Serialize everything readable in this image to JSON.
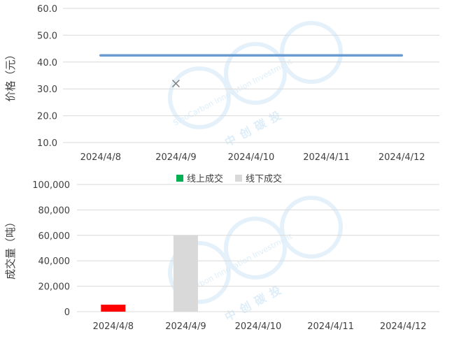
{
  "chart_data": [
    {
      "type": "line",
      "categories": [
        "2024/4/8",
        "2024/4/9",
        "2024/4/10",
        "2024/4/11",
        "2024/4/12"
      ],
      "ylabel": "价格（元）",
      "ylim": [
        10,
        60
      ],
      "yticks": [
        10,
        20,
        30,
        40,
        50,
        60
      ],
      "ytick_labels": [
        "10.0",
        "20.0",
        "30.0",
        "40.0",
        "50.0",
        "60.0"
      ],
      "grid": true,
      "series": [
        {
          "type": "line",
          "values": [
            42.5,
            42.5,
            42.5,
            42.5,
            42.5
          ],
          "color": "#6a9bd0"
        },
        {
          "type": "scatter",
          "marker": "x",
          "values": [
            null,
            32,
            null,
            null,
            null
          ],
          "color": "#7f7f7f"
        }
      ]
    },
    {
      "type": "bar",
      "categories": [
        "2024/4/8",
        "2024/4/9",
        "2024/4/10",
        "2024/4/11",
        "2024/4/12"
      ],
      "ylabel": "成交量（吨）",
      "ylim": [
        0,
        100000
      ],
      "yticks": [
        0,
        20000,
        40000,
        60000,
        80000,
        100000
      ],
      "ytick_labels": [
        "0",
        "20,000",
        "40,000",
        "60,000",
        "80,000",
        "100,000"
      ],
      "grid": true,
      "legend_position": "top",
      "series": [
        {
          "name": "线上成交",
          "values": [
            5500,
            0,
            0,
            0,
            0
          ],
          "color": "#00b050",
          "point_colors": [
            "#ff0000",
            null,
            null,
            null,
            null
          ]
        },
        {
          "name": "线下成交",
          "values": [
            0,
            60000,
            0,
            0,
            0
          ],
          "color": "#d9d9d9"
        }
      ]
    }
  ],
  "watermark": {
    "text": "SinoCarbon Innovation Investment",
    "brand": "中创碳投"
  }
}
